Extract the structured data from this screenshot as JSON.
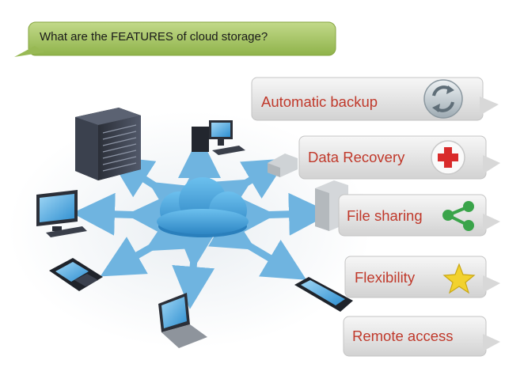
{
  "title": {
    "text": "What are the FEATURES of cloud storage?"
  },
  "features": [
    {
      "label": "Automatic backup",
      "icon": "sync-icon"
    },
    {
      "label": "Data Recovery",
      "icon": "medical-cross-icon"
    },
    {
      "label": "File sharing",
      "icon": "share-icon"
    },
    {
      "label": "Flexibility",
      "icon": "star-icon"
    },
    {
      "label": "Remote access",
      "icon": ""
    }
  ],
  "colors": {
    "title_bubble": "#a6c45f",
    "feature_text": "#c0392b",
    "cloud": "#4aa3d9",
    "arrow": "#6fb4e0",
    "share_icon": "#3aa44a",
    "star_icon": "#f2d22e",
    "cross_icon": "#d92b2b"
  }
}
